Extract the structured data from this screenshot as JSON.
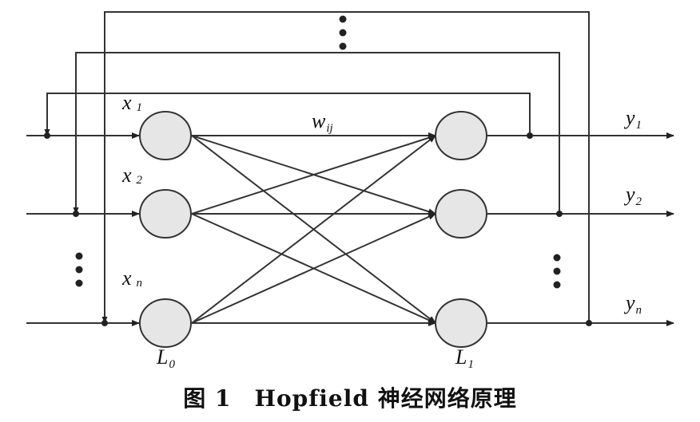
{
  "input_labels": [
    {
      "base": "x",
      "sub": "1"
    },
    {
      "base": "x",
      "sub": "2"
    },
    {
      "base": "x",
      "sub": "n"
    }
  ],
  "output_labels": [
    {
      "base": "y",
      "sub": "1"
    },
    {
      "base": "y",
      "sub": "2"
    },
    {
      "base": "y",
      "sub": "n"
    }
  ],
  "weight_label": {
    "base": "w",
    "sub": "ij"
  },
  "layer_labels": [
    {
      "base": "L",
      "sub": "0"
    },
    {
      "base": "L",
      "sub": "1"
    }
  ],
  "caption": "图 1　Hopfield 神经网络原理",
  "colors": {
    "node_fill": "#e6e6e6",
    "line": "#333333"
  }
}
